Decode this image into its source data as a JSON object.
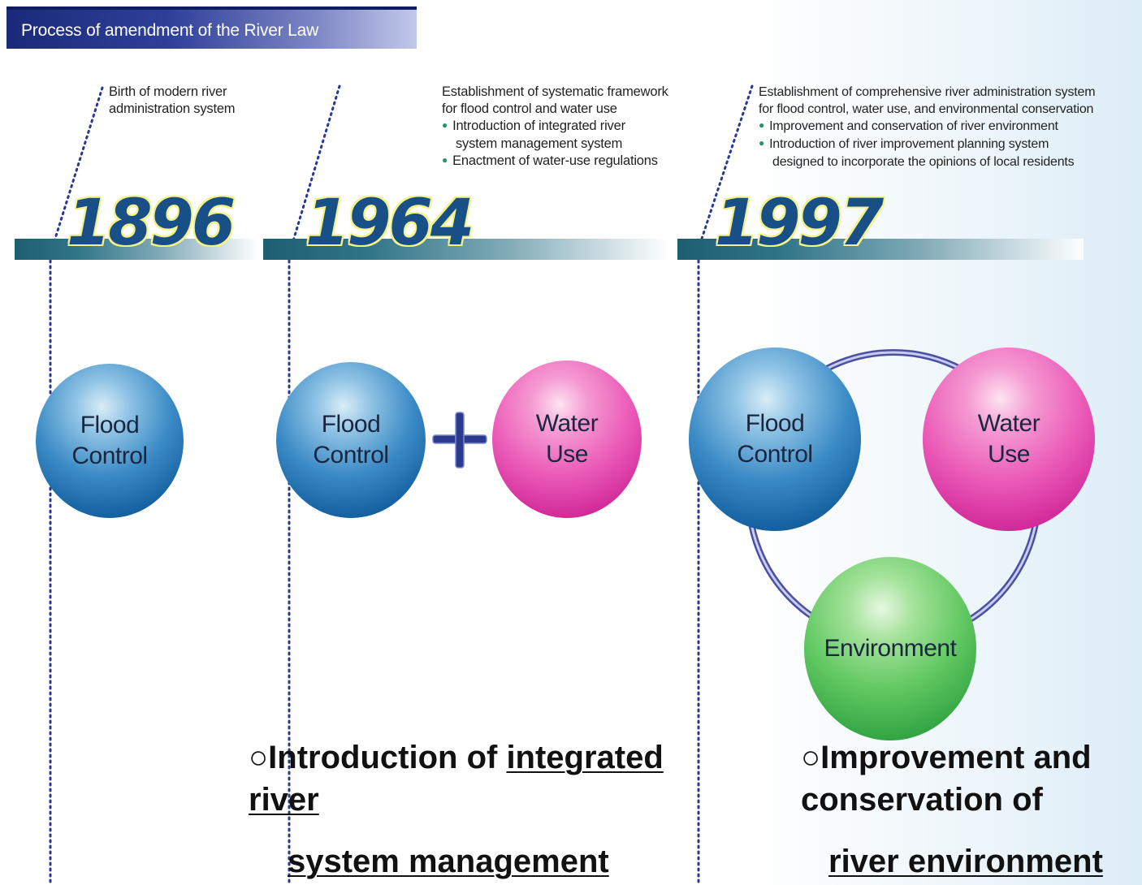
{
  "header": {
    "title": "Process of amendment of the River Law"
  },
  "notes": {
    "n1896": {
      "line1": "Birth of modern river",
      "line2": "administration system"
    },
    "n1964": {
      "line1": "Establishment of systematic framework",
      "line2": "for flood control and water use",
      "bullet1a": "Introduction of integrated river",
      "bullet1b": "system management system",
      "bullet2": "Enactment of water-use regulations"
    },
    "n1997": {
      "line1": "Establishment of comprehensive river administration system",
      "line2": "for flood control, water use, and environmental conservation",
      "bullet1": "Improvement and conservation of river environment",
      "bullet2a": "Introduction of river improvement planning system",
      "bullet2b": "designed to incorporate the opinions of local residents"
    },
    "bullet_symbol": "●"
  },
  "years": {
    "y1": "1896",
    "y2": "1964",
    "y3": "1997"
  },
  "spheres": {
    "flood_l1": "Flood",
    "flood_l2": "Control",
    "water_l1": "Water",
    "water_l2": "Use",
    "env": "Environment"
  },
  "plus_symbol": "+",
  "captions": {
    "left": {
      "circle": "○",
      "part1": "Introduction of ",
      "part2": "integrated",
      "part3": "river",
      "part4": "system management"
    },
    "right": {
      "circle": "○",
      "part1": "Improvement and",
      "part2": "conservation of",
      "part3": "river environment"
    }
  },
  "colors": {
    "header": "#1a2a78",
    "flood_control": "#1763a3",
    "water_use": "#d42e9c",
    "environment": "#36a846",
    "year_text": "#184f86",
    "year_outline": "#f4f28a",
    "ring": "#4a4fa0",
    "dots": "#2a3a8a"
  }
}
